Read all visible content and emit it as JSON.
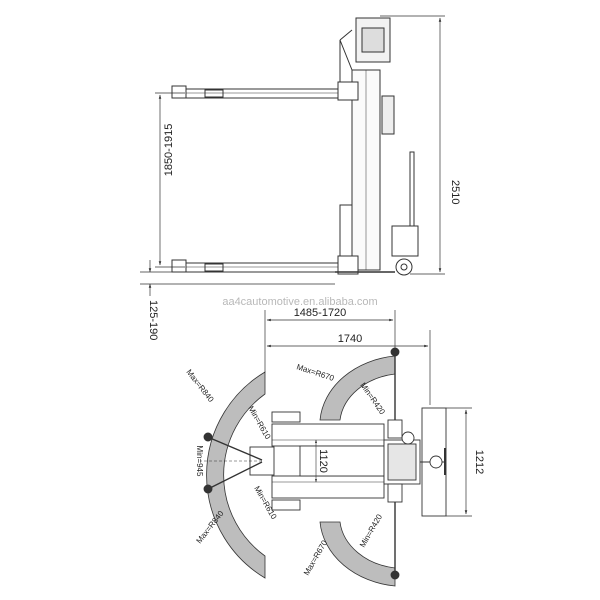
{
  "watermark": "aa4cautomotive.en.alibaba.com",
  "side_view": {
    "height_total": "2510",
    "lift_height": "1850-1915",
    "arm_height": "125-190"
  },
  "top_view": {
    "width_outer": "1740",
    "width_inner": "1485-1720",
    "depth": "1212",
    "inner_width": "1120",
    "between_posts": "Min=945",
    "radius_max_left_top": "Max=R840",
    "radius_min_left_top": "Min=R610",
    "radius_max_left_bottom": "Max=R840",
    "radius_min_left_bottom": "Min=R610",
    "radius_max_right_top": "Max=R670",
    "radius_min_right_top": "Min=R420",
    "radius_max_right_bottom": "Max=R670",
    "radius_min_right_bottom": "Min=R420"
  },
  "colors": {
    "line": "#333333",
    "hatch_fill": "#bdbdbd"
  }
}
